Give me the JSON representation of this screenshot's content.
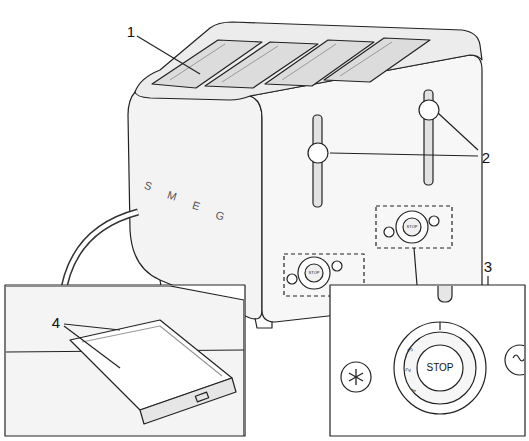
{
  "diagram": {
    "labels": [
      "1",
      "2",
      "3",
      "4",
      "S",
      "M",
      "E",
      "G",
      "STOP",
      "STOP",
      "STOP",
      "1",
      "2",
      "3"
    ]
  }
}
